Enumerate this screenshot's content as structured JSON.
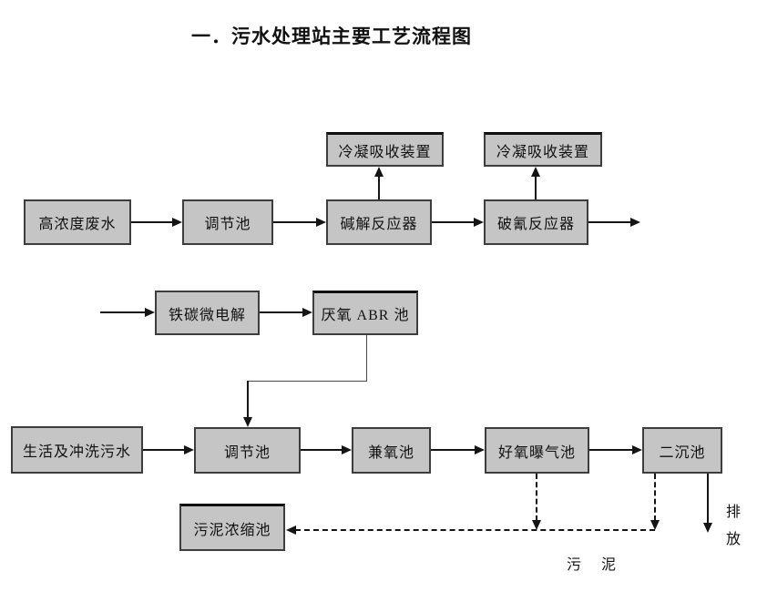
{
  "page": {
    "title": "一．污水处理站主要工艺流程图"
  },
  "colors": {
    "background": "#ffffff",
    "box_fill": "#c5c5c5",
    "box_border": "#3d3d3d",
    "line": "#141414"
  },
  "nodes": {
    "condenser1": "冷凝吸收装置",
    "condenser2": "冷凝吸收装置",
    "high_concentration_wastewater": "高浓度废水",
    "regulating_pool_1": "调节池",
    "alkaline_hydrolysis_reactor": "碱解反应器",
    "cyanide_breaking_reactor": "破氰反应器",
    "iron_carbon_micro_electrolysis": "铁碳微电解",
    "anaerobic_abr_pool": "厌氧 ABR 池",
    "domestic_flushing_sewage": "生活及冲洗污水",
    "regulating_pool_2": "调节池",
    "facultative_pool": "兼氧池",
    "aerobic_aeration_pool": "好氧曝气池",
    "secondary_sedimentation_pool": "二沉池",
    "sludge_thickening_pool": "污泥浓缩池"
  },
  "annotations": {
    "discharge": "排放",
    "sludge": "污 泥"
  }
}
